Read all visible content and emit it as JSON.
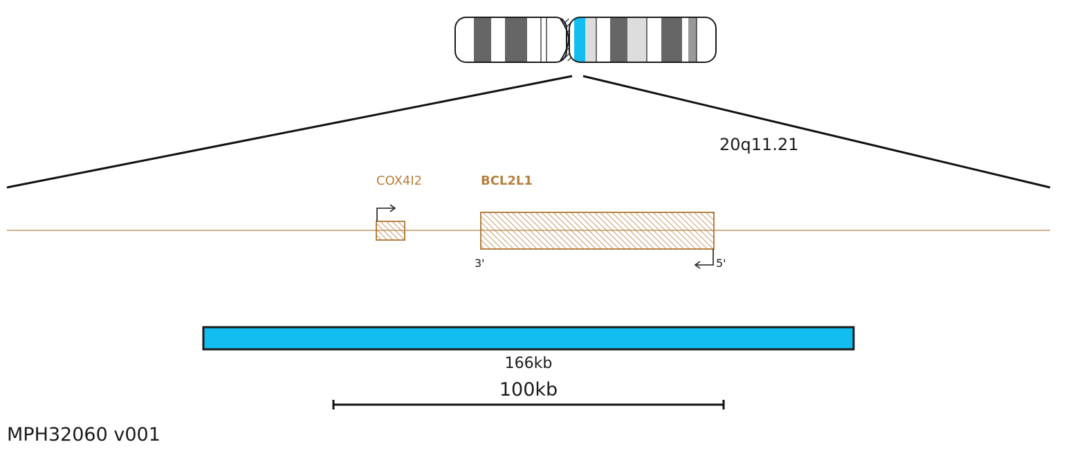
{
  "chromosome": {
    "band_label": "20q11.21",
    "colors": {
      "outline": "#1a1a1a",
      "dark_band": "#666666",
      "mid_band": "#999999",
      "light_band": "#dddddd",
      "white_band": "#ffffff",
      "highlight": "#12bef0"
    }
  },
  "genes": {
    "color": "#b5803f",
    "items": [
      {
        "name": "COX4I2",
        "bold": false,
        "strand": "+"
      },
      {
        "name": "BCL2L1",
        "bold": true,
        "strand": "-"
      }
    ],
    "end_labels": {
      "three_prime": "3'",
      "five_prime": "5'"
    }
  },
  "probe": {
    "color": "#12bef0",
    "size_label": "166kb"
  },
  "scale_bar": {
    "label": "100kb"
  },
  "footer": {
    "catalog_label": "MPH32060 v001"
  }
}
